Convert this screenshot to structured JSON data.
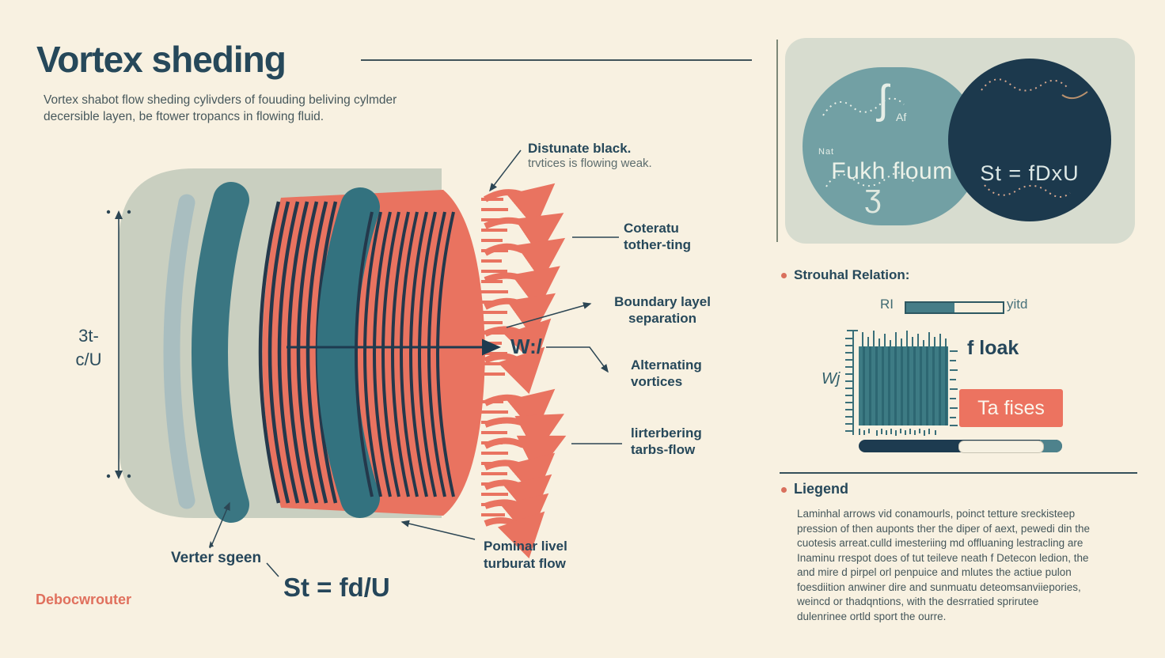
{
  "colors": {
    "background": "#f8f1e1",
    "navy": "#26485a",
    "deep_navy": "#1d3b50",
    "teal": "#33727f",
    "teal_light": "#a9bec0",
    "sage_body": "#c9cfc0",
    "coral": "#e97360",
    "card_bg": "#d7dccf",
    "capsule": "#72a0a4",
    "circle": "#1c394d"
  },
  "header": {
    "title": "Vortex sheding",
    "subtitle_line1": "Vortex shabot flow sheding cylivders of fouuding beliving cylmder",
    "subtitle_line2": "decersible layen, be ftower tropancs in flowing fluid."
  },
  "diagram": {
    "dim_label_line1": "3t-",
    "dim_label_line2": "c/U",
    "flow_label": "W:/",
    "labels": {
      "distunate_title": "Distunate black.",
      "distunate_sub": "trvtices is flowing weak.",
      "coteratu_line1": "Coteratu",
      "coteratu_line2": "tother-ting",
      "boundary_line1": "Boundary layel",
      "boundary_line2": "separation",
      "alternating_line1": "Alternating",
      "alternating_line2": "vortices",
      "irterbering_line1": "lirterbering",
      "irterbering_line2": "tarbs-flow",
      "pominar_line1": "Pominar livel",
      "pominar_line2": "turburat flow",
      "verter": "Verter sgeen",
      "formula": "St = fd/U"
    },
    "brand": "Debocwrouter"
  },
  "formula_card": {
    "left_text": "Fukh floum",
    "left_small": "Nat",
    "integral": "ʃ",
    "integral_sub": "Af",
    "squiggle_glyph": "ʒ",
    "right_text": "St = fDxU"
  },
  "strouhal": {
    "heading": "Strouhal Relation:",
    "bar_left_label": "RI",
    "bar_right_label": "yitd",
    "bar_fill_pct": 50,
    "plot_axis_label": "Wj",
    "plot_title": "f loak",
    "button_label": "Ta fises"
  },
  "legend": {
    "heading": "Liegend",
    "lines": [
      "Laminhal arrows vid conamourls, poinct tetture sreckisteep",
      "pression of then auponts ther the diper of aext, pewedi din the",
      "cuotesis arreat.culld imesteriing md offluaning lestracling are",
      "Inaminu rrespot does of tut teileve neath f Detecon ledion, the",
      "and mire d pirpel orl penpuice and mlutes the actiue pulon",
      "foesdiition anwiner dire and sunmuatu deteomsanviiepories,",
      "weincd or thadqntions, with the desrratied sprirutee",
      "dulenrinee ortld sport the ourre."
    ]
  }
}
